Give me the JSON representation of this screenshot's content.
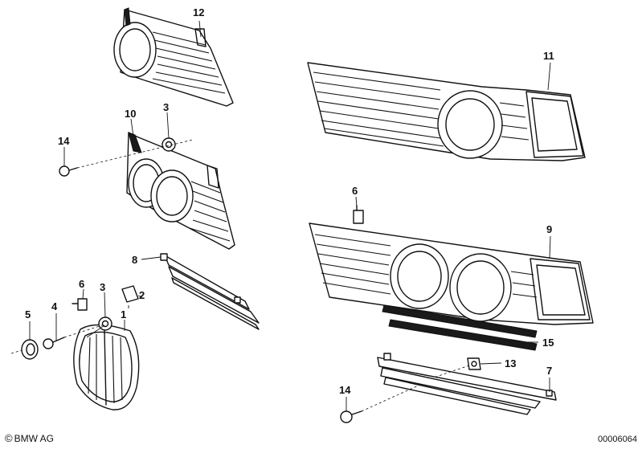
{
  "callouts": {
    "c1": "1",
    "c2": "2",
    "c3a": "3",
    "c3b": "3",
    "c4": "4",
    "c5": "5",
    "c6a": "6",
    "c6b": "6",
    "c7": "7",
    "c8": "8",
    "c9": "9",
    "c10": "10",
    "c11": "11",
    "c12": "12",
    "c13": "13",
    "c14a": "14",
    "c14b": "14",
    "c15": "15"
  },
  "footer": {
    "copyright_symbol": "©",
    "copyright_text": "BMW AG",
    "document_number": "00006064"
  },
  "colors": {
    "ink": "#111111",
    "paper": "#ffffff"
  }
}
